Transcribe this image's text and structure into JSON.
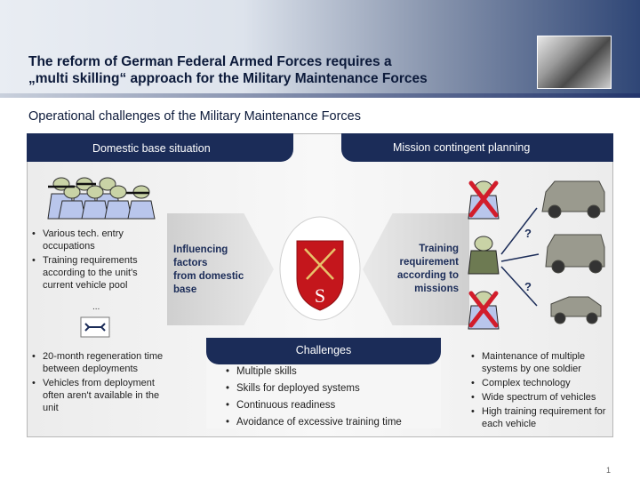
{
  "header": {
    "title_line1": "The reform of German Federal Armed Forces requires  a",
    "title_line2": "„multi skilling“ approach for  the Military Maintenance Forces"
  },
  "subtitle": "Operational challenges of the Military Maintenance Forces",
  "left_tab": "Domestic base situation",
  "right_tab": "Mission contingent planning",
  "left_bullets_top": [
    "Various tech. entry occupations",
    "Training requirements according to the unit's current vehicle pool"
  ],
  "ellipsis": "...",
  "left_bullets_bottom": [
    "20-month regeneration time between deployments",
    "Vehicles from deployment often aren't available in the unit"
  ],
  "influencing": {
    "line1": "Influencing",
    "line2": "factors",
    "line3": "from domestic",
    "line4": "base"
  },
  "training": {
    "line1": "Training",
    "line2": "requirement",
    "line3": "according to",
    "line4": "missions"
  },
  "emblem_letter": "S",
  "question_mark": "?",
  "challenges": {
    "title": "Challenges",
    "items": [
      "Multiple skills",
      "Skills for deployed systems",
      "Continuous readiness",
      "Avoidance of excessive training time"
    ]
  },
  "right_bullets": [
    "Maintenance of multiple systems by one soldier",
    "Complex technology",
    "Wide spectrum of vehicles",
    "High training requirement for each vehicle"
  ],
  "page_number": "1",
  "colors": {
    "navy": "#1b2c58",
    "cross": "#d21d2b",
    "emblem_red": "#c4161c"
  }
}
